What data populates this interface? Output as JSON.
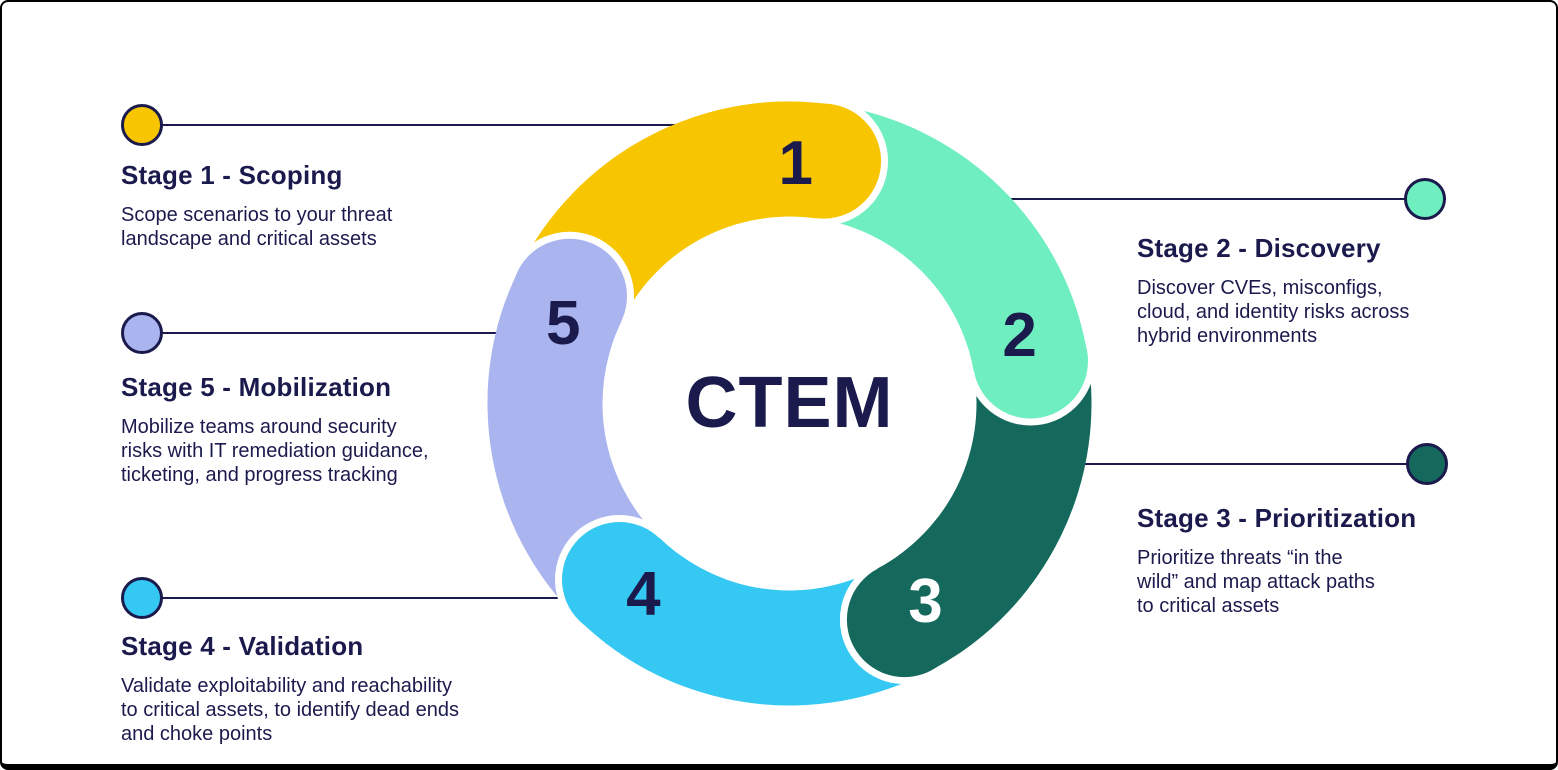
{
  "center_label": "CTEM",
  "colors": {
    "navy": "#1B1A4D",
    "white": "#FFFFFF",
    "stage1": "#F7C600",
    "stage2": "#6FEFC0",
    "stage3": "#15695C",
    "stage4": "#34C8F3",
    "stage5": "#AAB4EE"
  },
  "ring": {
    "segments": [
      {
        "label": "1",
        "color_key": "stage1",
        "label_color_key": "navy"
      },
      {
        "label": "2",
        "color_key": "stage2",
        "label_color_key": "navy"
      },
      {
        "label": "3",
        "color_key": "stage3",
        "label_color_key": "white"
      },
      {
        "label": "4",
        "color_key": "stage4",
        "label_color_key": "navy"
      },
      {
        "label": "5",
        "color_key": "stage5",
        "label_color_key": "navy"
      }
    ]
  },
  "stages": [
    {
      "title": "Stage 1 - Scoping",
      "lines": [
        "Scope scenarios to your threat",
        "landscape and critical assets"
      ]
    },
    {
      "title": "Stage 2 - Discovery",
      "lines": [
        "Discover CVEs, misconfigs,",
        "cloud, and identity risks across",
        "hybrid environments"
      ]
    },
    {
      "title": "Stage 3 - Prioritization",
      "lines": [
        "Prioritize threats “in the",
        "wild” and map attack paths",
        "to critical assets"
      ]
    },
    {
      "title": "Stage 4 - Validation",
      "lines": [
        "Validate exploitability and reachability",
        "to critical assets, to identify dead ends",
        "and choke points"
      ]
    },
    {
      "title": "Stage 5 - Mobilization",
      "lines": [
        "Mobilize teams around security",
        "risks with IT remediation guidance,",
        "ticketing, and progress tracking"
      ]
    }
  ]
}
